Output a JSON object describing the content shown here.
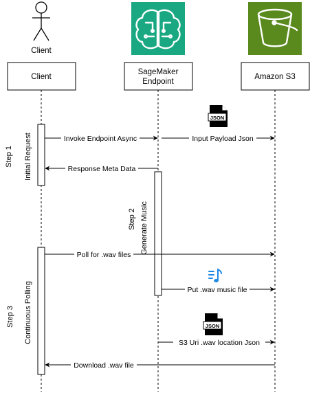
{
  "participants": [
    {
      "id": "client",
      "icon": "person-icon",
      "label_under_icon": "Client",
      "header": "Client"
    },
    {
      "id": "sagemaker",
      "icon": "sagemaker-brain-icon",
      "icon_color": "#1aa882",
      "header_line1": "SageMaker",
      "header_line2": "Endpoint"
    },
    {
      "id": "s3",
      "icon": "s3-bucket-icon",
      "icon_color": "#5a8a1e",
      "header": "Amazon S3"
    }
  ],
  "steps": [
    {
      "title": "Step 1",
      "subtitle": "Initial Request"
    },
    {
      "title": "Step 2",
      "subtitle": "Generate Music"
    },
    {
      "title": "Step 3",
      "subtitle": "Continuous Polling"
    }
  ],
  "messages": [
    {
      "label": "Invoke Endpoint Async"
    },
    {
      "label": "Input Payload Json"
    },
    {
      "label": "Response Meta Data"
    },
    {
      "label": "Poll for .wav files"
    },
    {
      "label": "Put .wav music file"
    },
    {
      "label": "S3 Uri .wav location Json"
    },
    {
      "label": "Download .wav file"
    }
  ],
  "badges": [
    {
      "icon": "json-file-icon",
      "text": "JSON"
    },
    {
      "icon": "music-note-icon",
      "color": "#1e88e5"
    },
    {
      "icon": "json-file-icon",
      "text": "JSON"
    }
  ]
}
